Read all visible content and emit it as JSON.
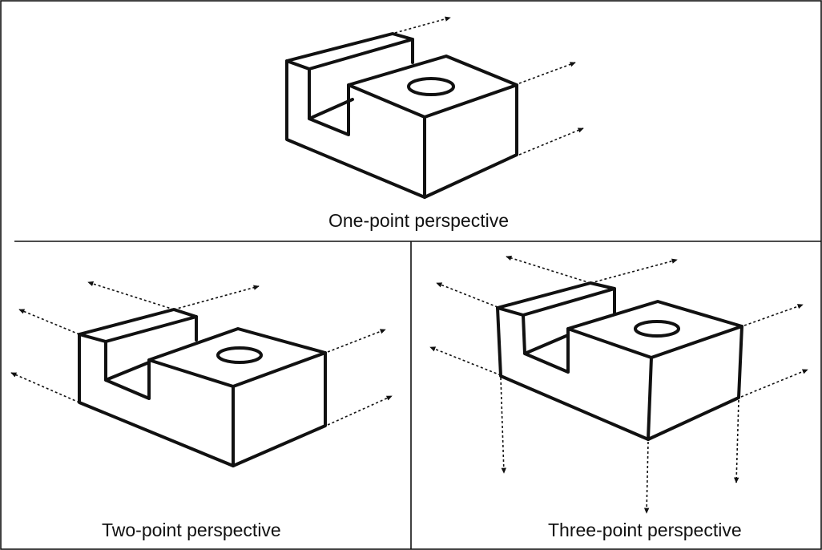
{
  "panels": {
    "one_point": {
      "caption": "One-point perspective"
    },
    "two_point": {
      "caption": "Two-point perspective"
    },
    "three_point": {
      "caption": "Three-point perspective"
    }
  },
  "colors": {
    "line": "#111111",
    "background": "#ffffff"
  }
}
